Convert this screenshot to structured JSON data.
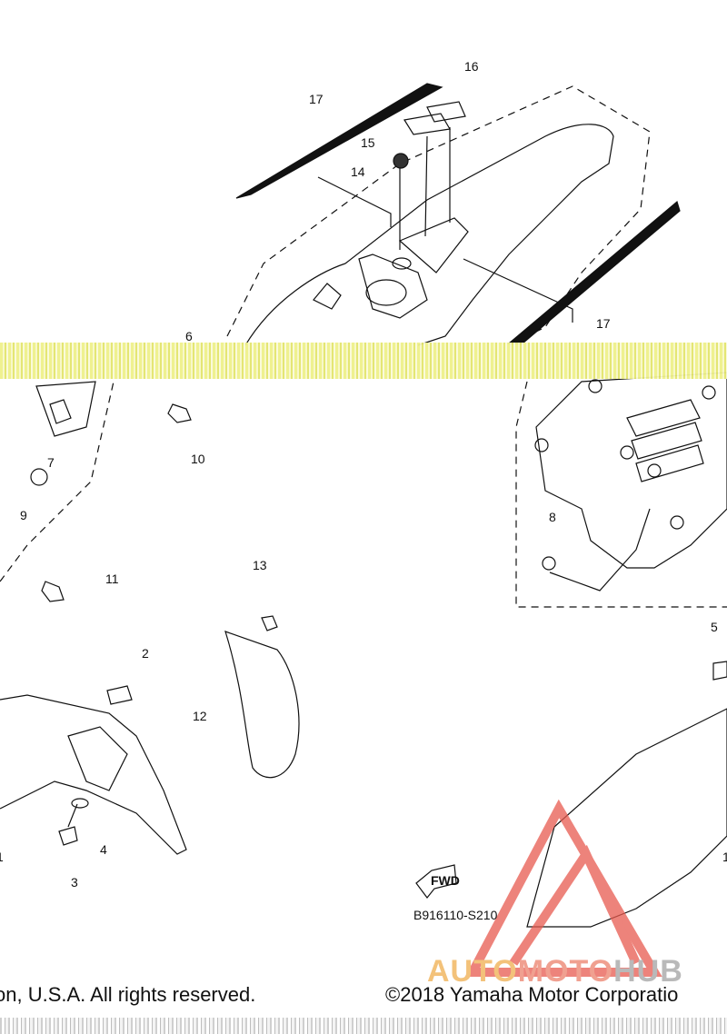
{
  "callouts": {
    "c1": "1",
    "c2": "2",
    "c3": "3",
    "c4": "4",
    "c5": "5",
    "c6": "6",
    "c7": "7",
    "c8": "8",
    "c9": "9",
    "c10": "10",
    "c11": "11",
    "c12": "12",
    "c13": "13",
    "c14": "14",
    "c15": "15",
    "c16": "16",
    "c17a": "17",
    "c17b": "17"
  },
  "fwd_label": "FWD",
  "diagram_code": "B916110-S210",
  "footer": {
    "left": "on, U.S.A. All rights reserved.",
    "right": "©2018 Yamaha Motor Corporatio"
  },
  "watermark": {
    "part1": "AUTO",
    "part2": "MOTO",
    "part3": "HUB"
  },
  "colors": {
    "line": "#111111",
    "band": "#eef08a",
    "watermark_red": "#e85a4f"
  }
}
